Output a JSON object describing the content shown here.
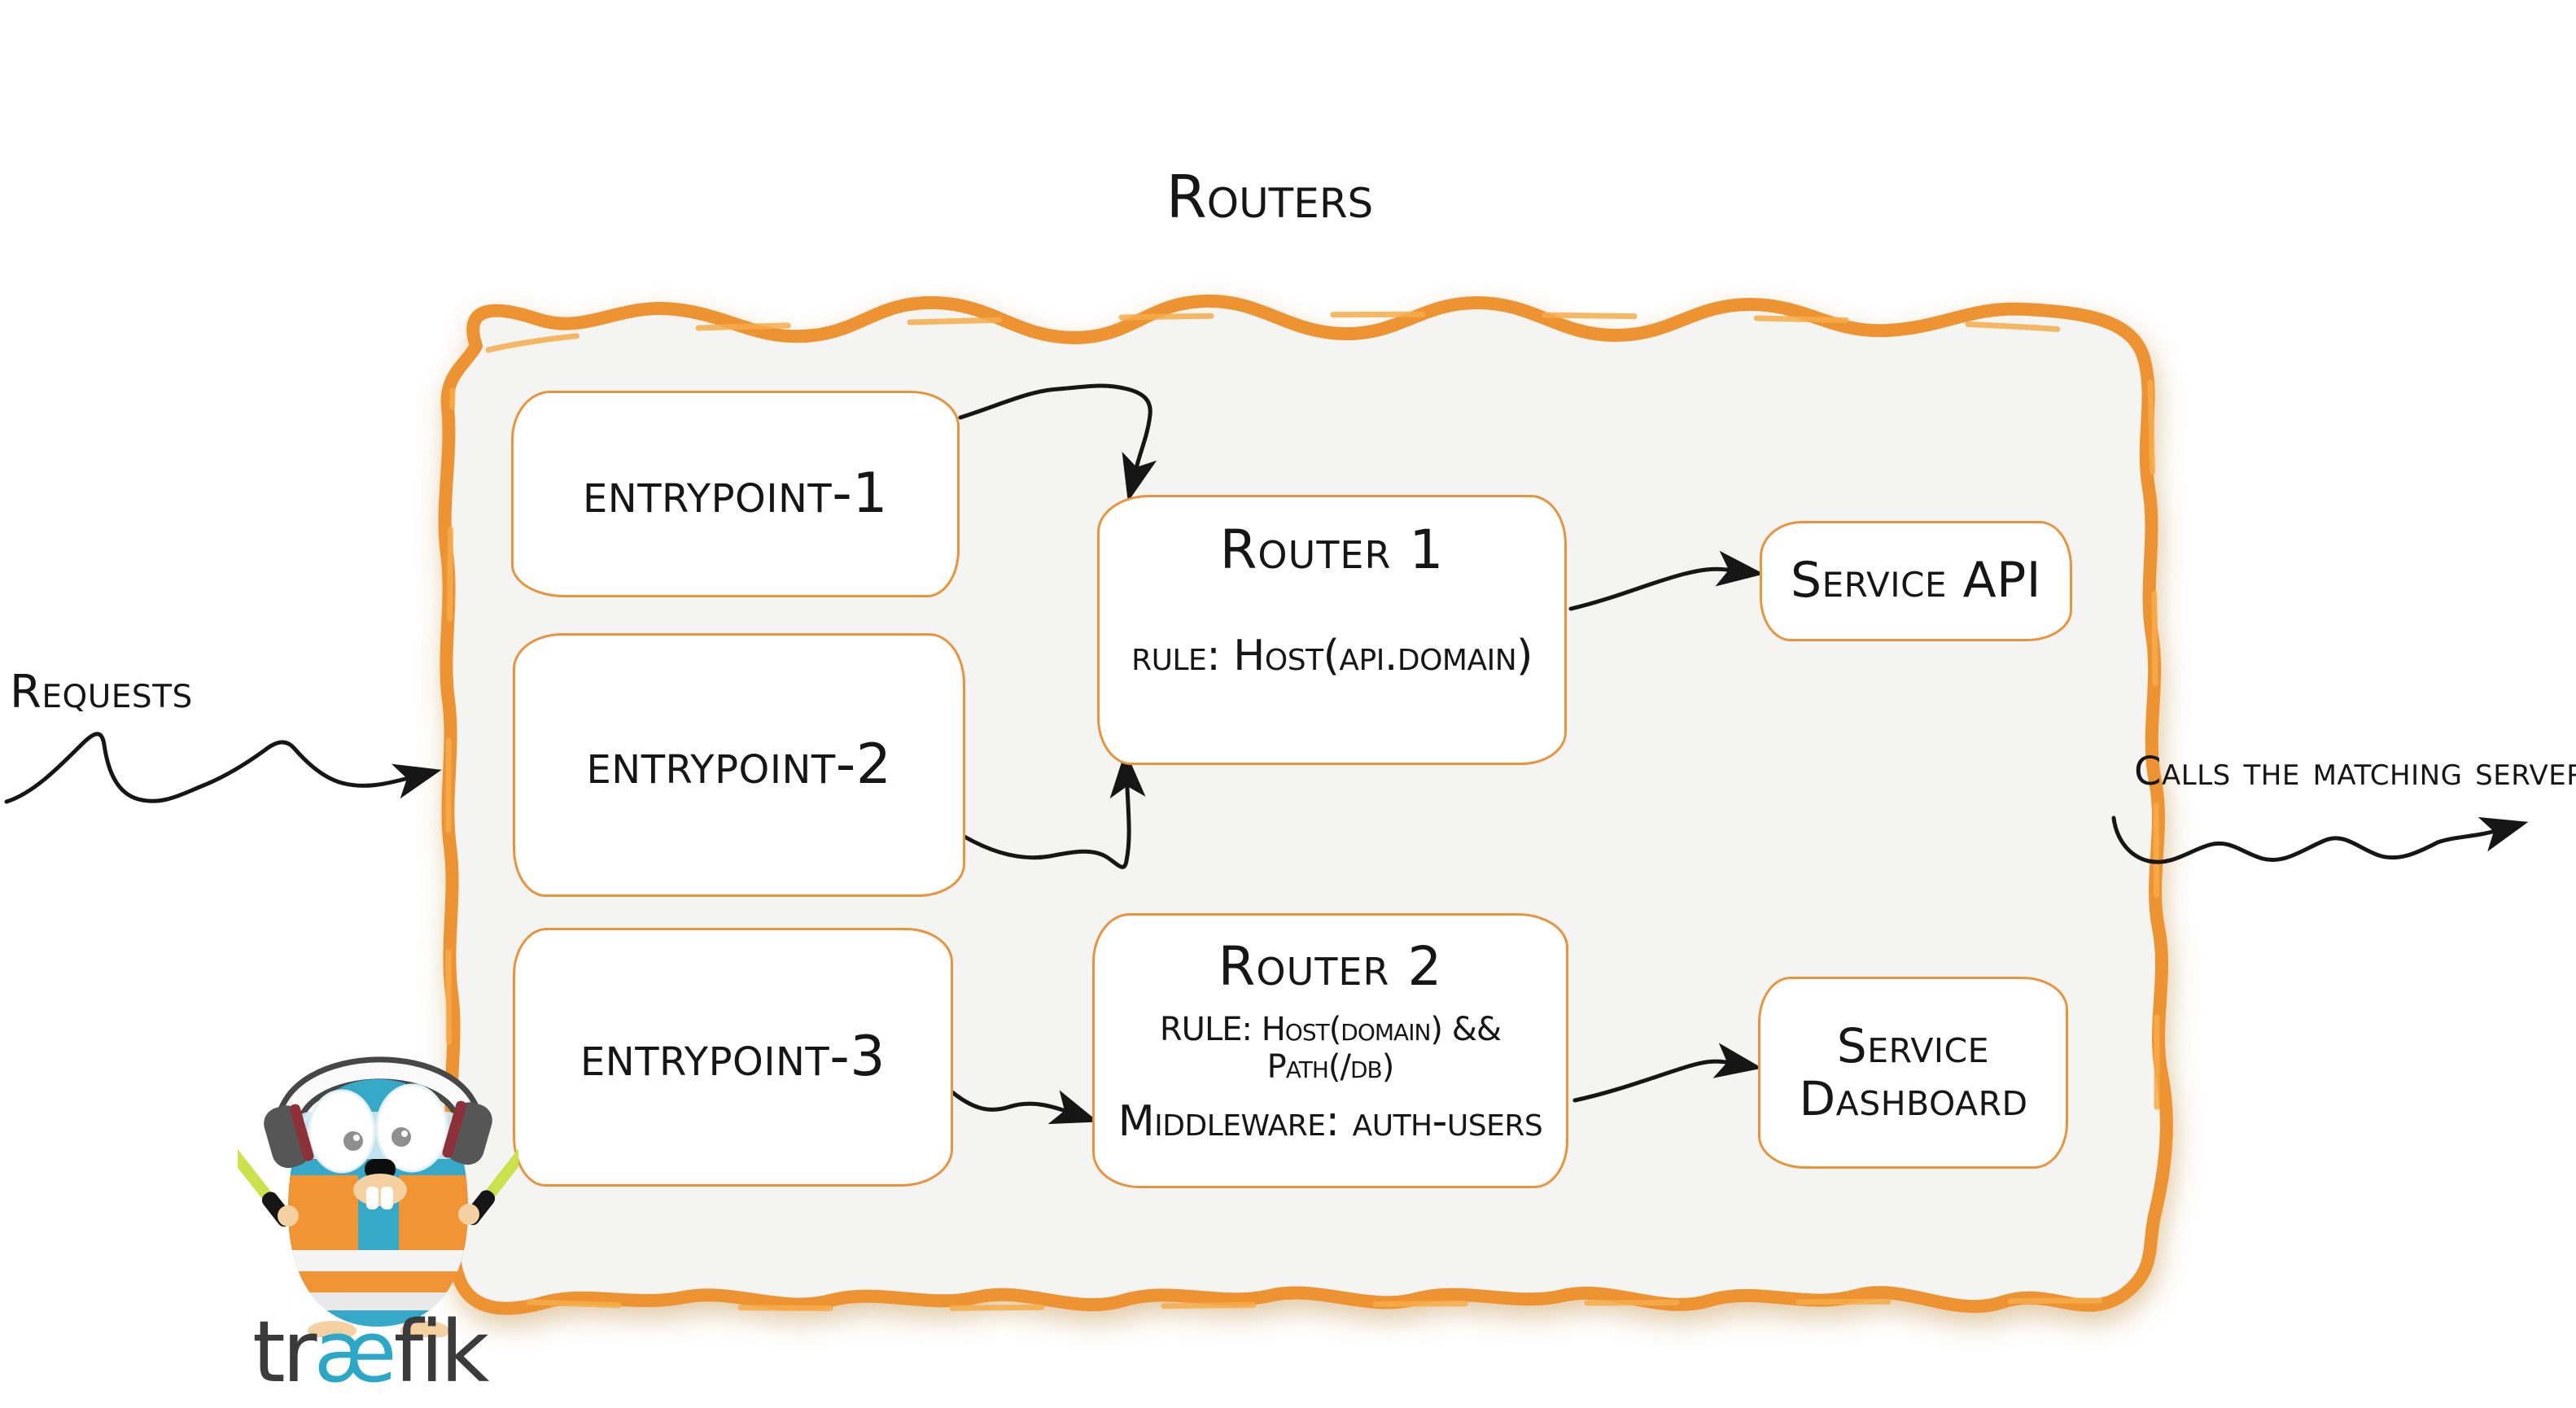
{
  "diagram": {
    "title": "Routers",
    "requests_label": "Requests",
    "calls_label": "Calls the matching server",
    "entrypoints": [
      {
        "label": "entrypoint-1"
      },
      {
        "label": "entrypoint-2"
      },
      {
        "label": "entrypoint-3"
      }
    ],
    "routers": [
      {
        "title": "Router 1",
        "rule": "rule: Host(api.domain)"
      },
      {
        "title": "Router 2",
        "rule": "RULE: Host(domain) && Path(/db)",
        "middleware": "Middleware: auth-users"
      }
    ],
    "services": [
      {
        "label": "Service API"
      },
      {
        "label": "Service Dashboard"
      }
    ],
    "logo": {
      "pre": "tr",
      "ligature": "æ",
      "post": "fik"
    },
    "colors": {
      "container_border": "#ee9330",
      "node_border": "#e8943c",
      "container_fill": "#f4f4f3",
      "text": "#161616",
      "logo_blue": "#2ba7c8",
      "logo_dark": "#3b3b3b",
      "mascot_blue": "#36a9c9",
      "mascot_vest": "#f19434",
      "stick_green": "#cbe24d"
    }
  }
}
